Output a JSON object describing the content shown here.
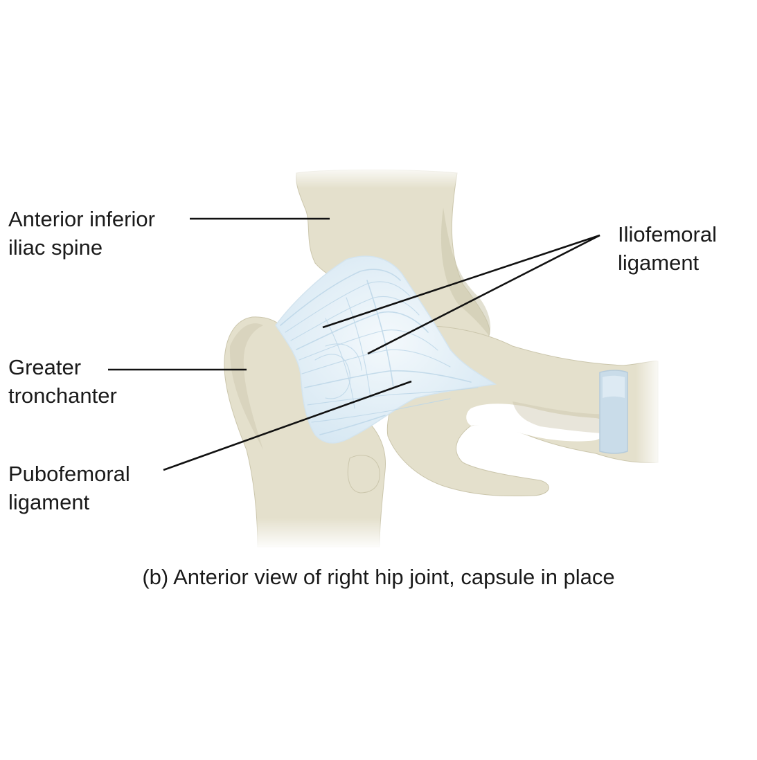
{
  "labels": {
    "anterior_inferior_iliac_spine": {
      "line1": "Anterior inferior",
      "line2": "iliac spine"
    },
    "greater_tronchanter": {
      "line1": "Greater",
      "line2": "tronchanter"
    },
    "pubofemoral_ligament": {
      "line1": "Pubofemoral",
      "line2": "ligament"
    },
    "iliofemoral_ligament": {
      "line1": "Iliofemoral",
      "line2": "ligament"
    }
  },
  "caption": "(b) Anterior view of right hip joint, capsule in place",
  "colors": {
    "bone": "#e4e0cc",
    "bone_shadow": "#cbc6ac",
    "ligament": "#e6f1f8",
    "ligament_fiber": "#bcd6e8",
    "band": "#c3d8e6",
    "leader_line": "#111111"
  }
}
